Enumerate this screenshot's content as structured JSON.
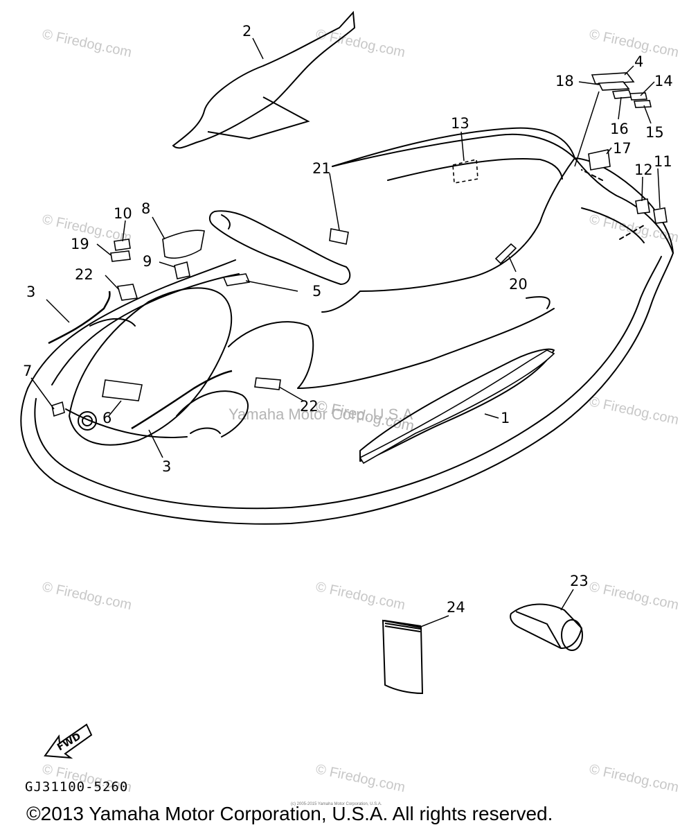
{
  "watermark": "© Firedog.com",
  "center_watermark": "Yamaha Motor Corp. U.S.A",
  "center_watermark_firedog": "© Firedog.com",
  "fwd_label": "FWD",
  "drawing_code": "GJ31100-5260",
  "tiny_copyright": "(c) 2005-2015 Yamaha Motor Corporation, U.S.A.",
  "copyright": "©2013 Yamaha Motor Corporation, U.S.A. All rights reserved.",
  "callouts": {
    "c1": "1",
    "c2": "2",
    "c3a": "3",
    "c3b": "3",
    "c4": "4",
    "c5": "5",
    "c6": "6",
    "c7": "7",
    "c8": "8",
    "c9": "9",
    "c10": "10",
    "c11": "11",
    "c12": "12",
    "c13": "13",
    "c14": "14",
    "c15": "15",
    "c16": "16",
    "c17": "17",
    "c18": "18",
    "c19": "19",
    "c20": "20",
    "c21": "21",
    "c22a": "22",
    "c22b": "22",
    "c23": "23",
    "c24": "24"
  }
}
